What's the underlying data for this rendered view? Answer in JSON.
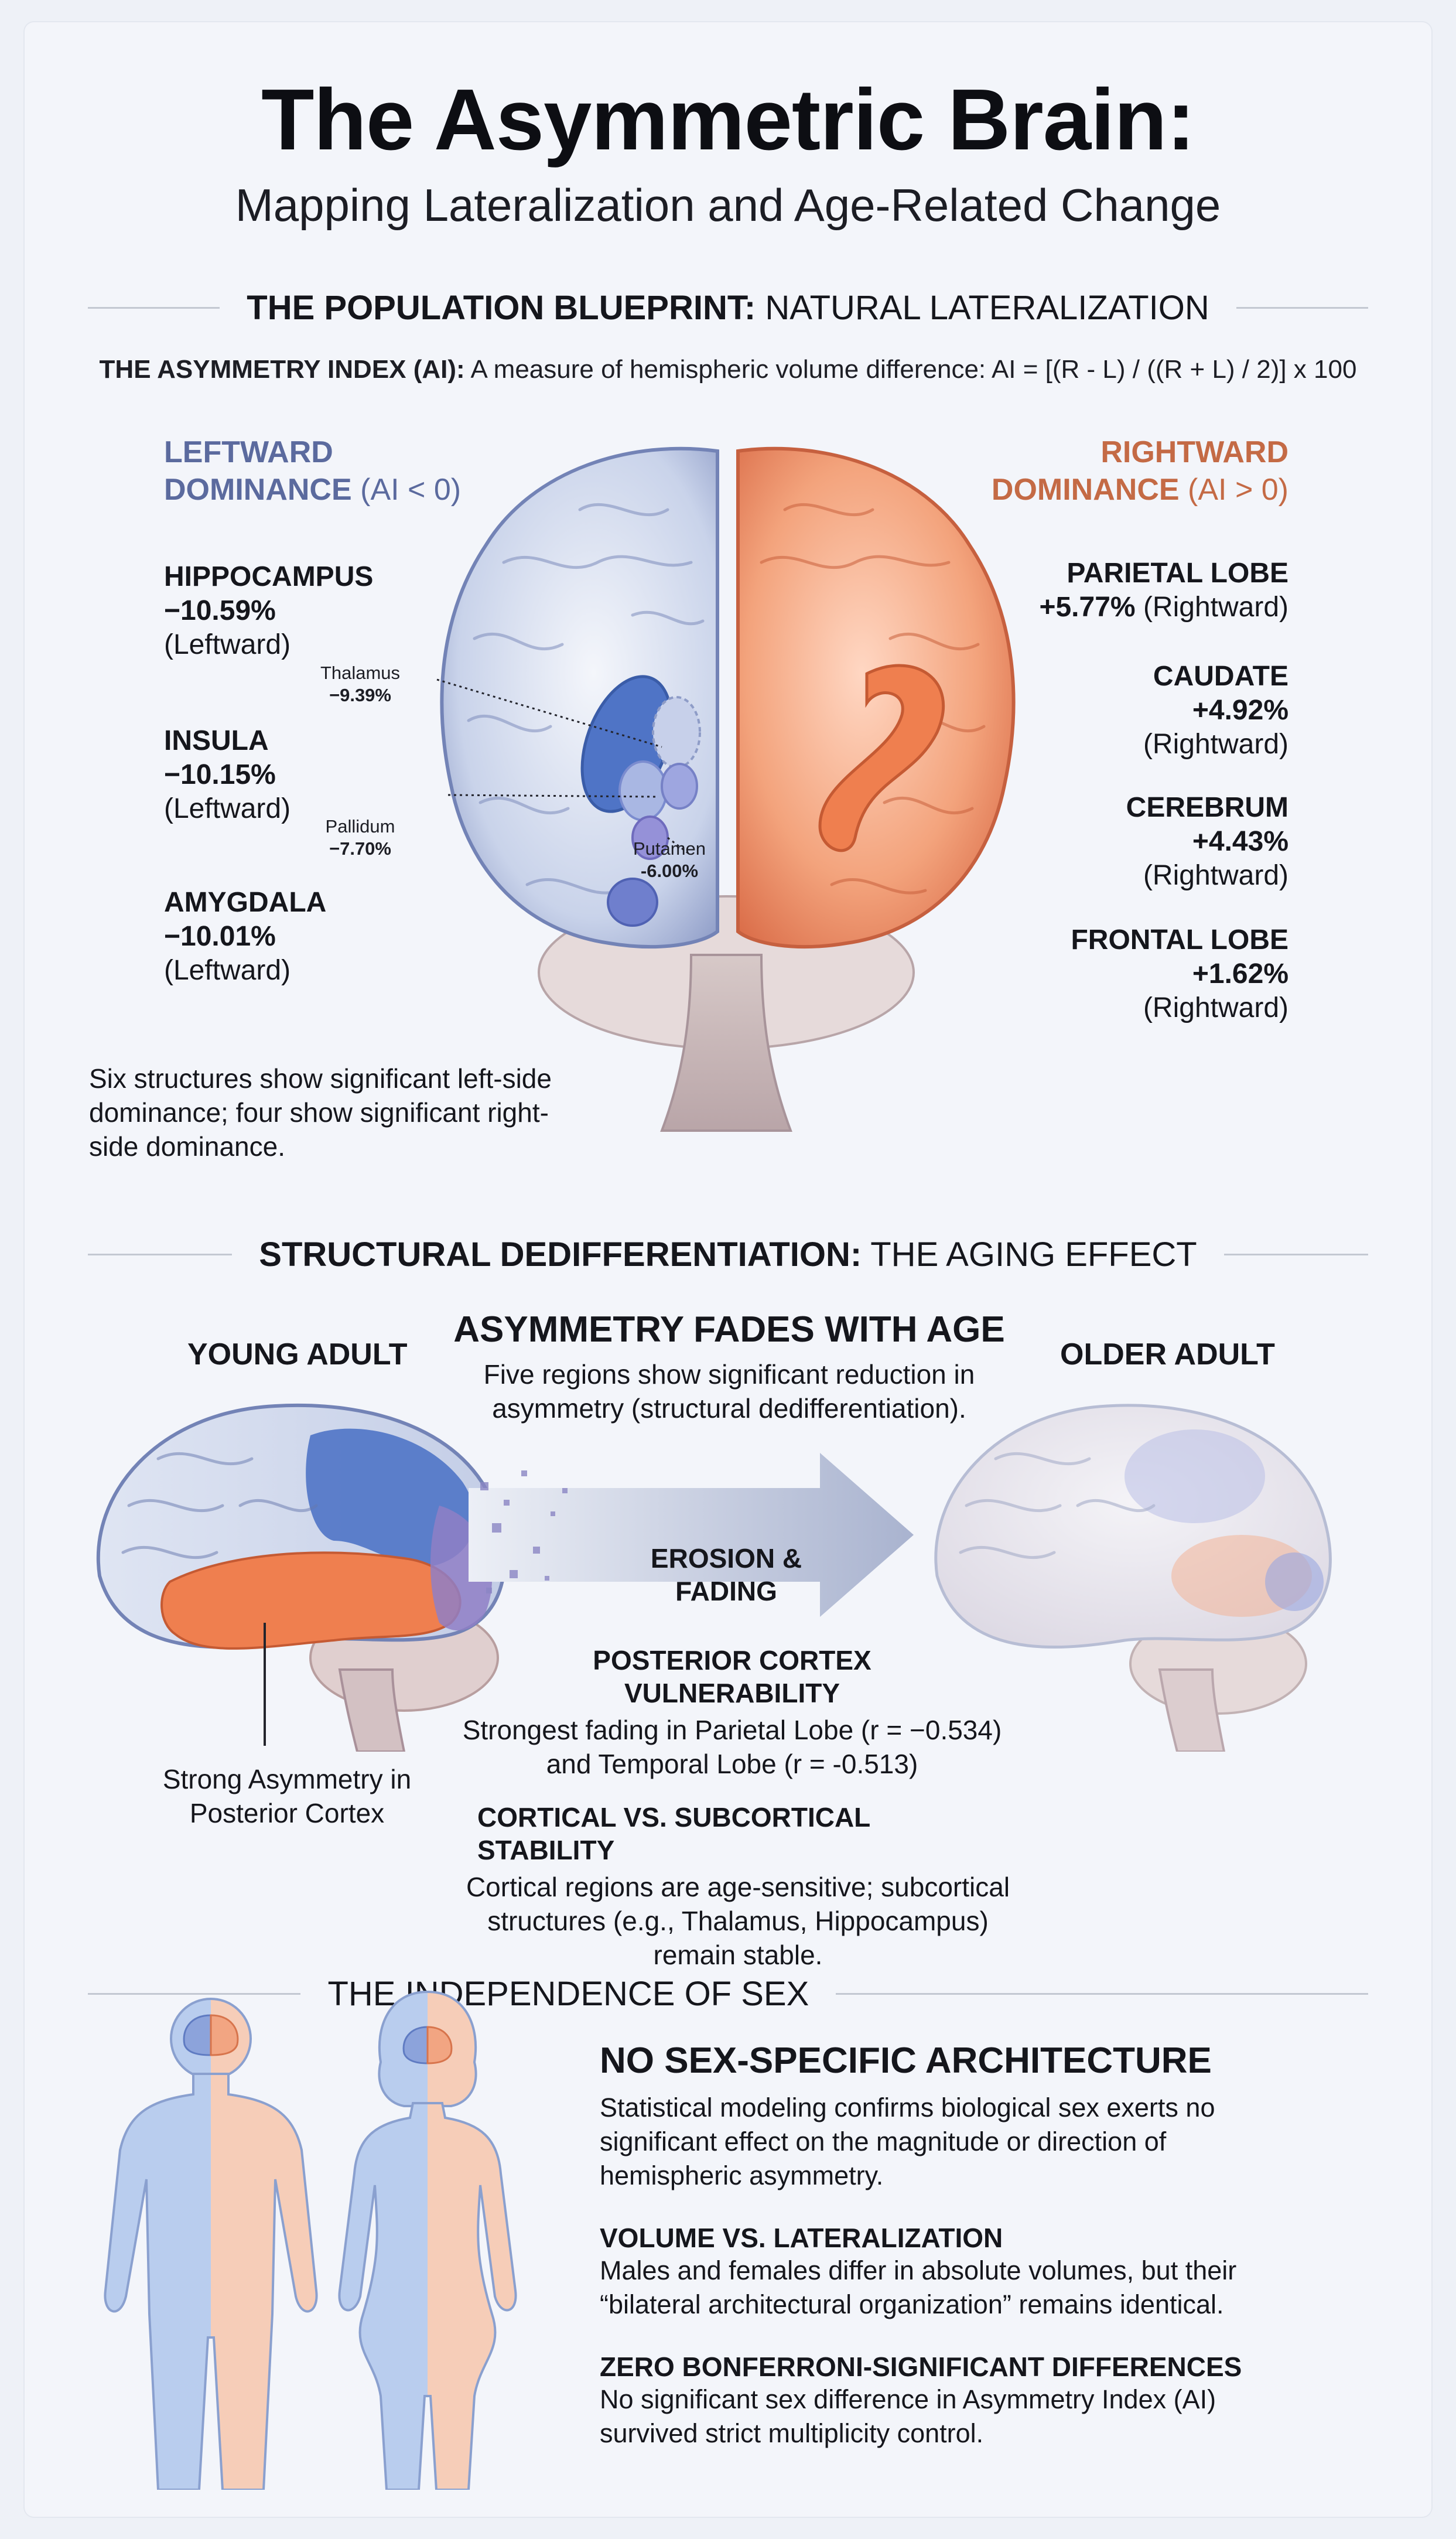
{
  "header": {
    "title": "The Asymmetric Brain:",
    "subtitle": "Mapping Lateralization and Age-Related Change"
  },
  "section1": {
    "heading_bold": "THE POPULATION BLUEPRINT:",
    "heading_rest": "NATURAL LATERALIZATION",
    "formula_bold": "THE ASYMMETRY INDEX (AI):",
    "formula_text": "A measure of hemispheric volume difference: AI = [(R - L) / ((R + L) / 2)] x 100",
    "left_dominance": {
      "line1": "LEFTWARD",
      "line2": "DOMINANCE",
      "cond": "(AI < 0)"
    },
    "right_dominance": {
      "line1": "RIGHTWARD",
      "line2": "DOMINANCE",
      "cond": "(AI > 0)"
    },
    "left_stats": [
      {
        "name": "HIPPOCAMPUS",
        "value": "−10.59%",
        "dir": "(Leftward)"
      },
      {
        "name": "INSULA",
        "value": "−10.15%",
        "dir": "(Leftward)"
      },
      {
        "name": "AMYGDALA",
        "value": "−10.01%",
        "dir": "(Leftward)"
      }
    ],
    "right_stats": [
      {
        "name": "PARIETAL LOBE",
        "value": "+5.77%",
        "dir": "(Rightward)"
      },
      {
        "name": "CAUDATE",
        "value": "+4.92%",
        "dir": "(Rightward)"
      },
      {
        "name": "CEREBRUM",
        "value": "+4.43%",
        "dir": "(Rightward)"
      },
      {
        "name": "FRONTAL LOBE",
        "value": "+1.62%",
        "dir": "(Rightward)"
      }
    ],
    "inner_labels": {
      "thalamus": {
        "name": "Thalamus",
        "value": "−9.39%"
      },
      "pallidum": {
        "name": "Pallidum",
        "value": "−7.70%"
      },
      "putamen": {
        "name": "Putamen",
        "value": "-6.00%"
      }
    },
    "note": "Six structures show significant left-side dominance; four show significant right-side dominance."
  },
  "section2": {
    "heading_bold": "STRUCTURAL DEDIFFERENTIATION:",
    "heading_rest": "THE AGING EFFECT",
    "young_label": "YOUNG ADULT",
    "older_label": "OLDER ADULT",
    "center_title": "ASYMMETRY FADES WITH AGE",
    "center_text": "Five regions show significant reduction in asymmetry (structural dedifferentiation).",
    "arrow_label": "EROSION & FADING",
    "young_caption": "Strong Asymmetry in Posterior Cortex",
    "posterior_title": "POSTERIOR CORTEX VULNERABILITY",
    "posterior_text": "Strongest fading in Parietal Lobe (r = −0.534) and Temporal Lobe (r = -0.513)",
    "stability_title": "CORTICAL VS. SUBCORTICAL STABILITY",
    "stability_text": "Cortical regions are age-sensitive; subcortical structures (e.g., Thalamus, Hippocampus) remain stable."
  },
  "section3": {
    "heading": "THE INDEPENDENCE OF SEX",
    "title": "NO SEX-SPECIFIC ARCHITECTURE",
    "title_text": "Statistical modeling confirms biological sex exerts no significant effect on the magnitude or direction of hemispheric asymmetry.",
    "vol_title": "VOLUME VS. LATERALIZATION",
    "vol_text": "Males and females differ in absolute volumes, but their “bilateral architectural organization” remains identical.",
    "zero_title": "ZERO BONFERRONI-SIGNIFICANT DIFFERENCES",
    "zero_text": "No significant sex difference in Asymmetry Index (AI) survived strict multiplicity control."
  },
  "colors": {
    "left_blue": "#5b6a9e",
    "right_orange": "#c46a45",
    "region_blue": "#4f74c6",
    "region_orange": "#ef7f4f"
  }
}
